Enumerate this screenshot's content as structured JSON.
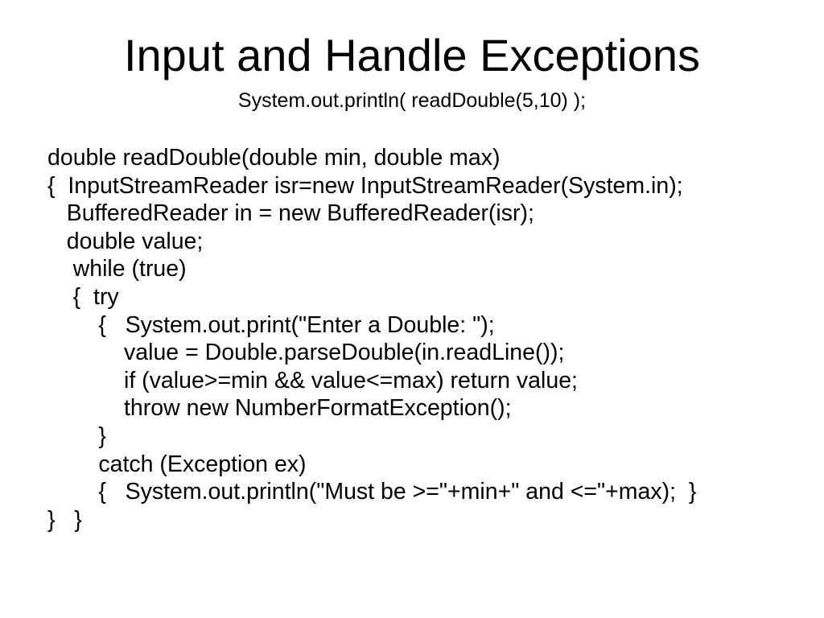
{
  "slide": {
    "title": "Input and Handle Exceptions",
    "subtitle": "System.out.println( readDouble(5,10) );",
    "background_color": "#ffffff",
    "text_color": "#000000",
    "code_lines": [
      "double readDouble(double min, double max)",
      "{  InputStreamReader isr=new InputStreamReader(System.in);",
      "   BufferedReader in = new BufferedReader(isr);",
      "   double value;",
      "    while (true)",
      "    {  try",
      "        {   System.out.print(\"Enter a Double: \");",
      "            value = Double.parseDouble(in.readLine());",
      "            if (value>=min && value<=max) return value;",
      "            throw new NumberFormatException();",
      "        }",
      "        catch (Exception ex)",
      "        {   System.out.println(\"Must be >=\"+min+\" and <=\"+max);  }",
      "}   }"
    ]
  }
}
